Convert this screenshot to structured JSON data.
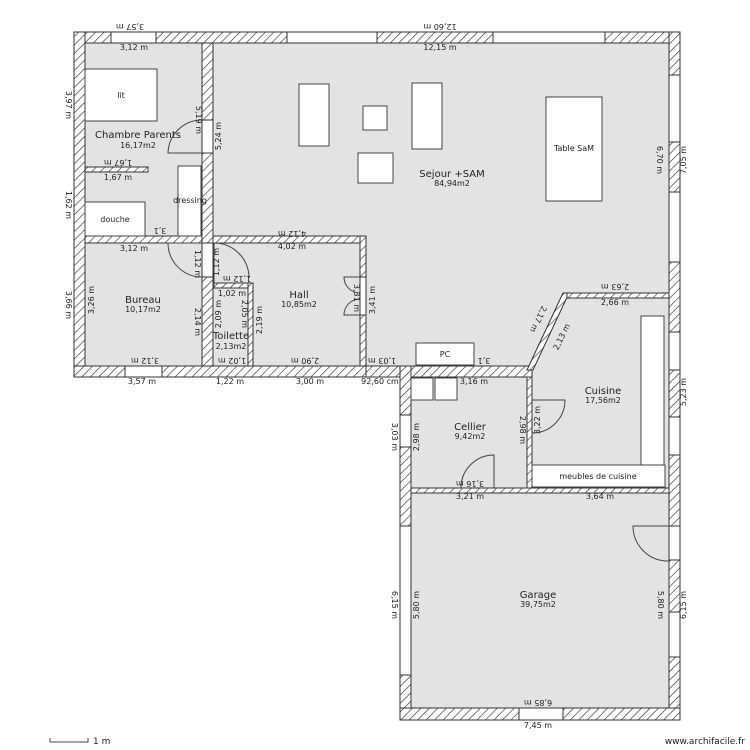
{
  "rooms": {
    "chambre": {
      "name": "Chambre Parents",
      "area": "16,17m2"
    },
    "sejour": {
      "name": "Sejour +SAM",
      "area": "84,94m2"
    },
    "bureau": {
      "name": "Bureau",
      "area": "10,17m2"
    },
    "hall": {
      "name": "Hall",
      "area": "10,85m2"
    },
    "toilette": {
      "name": "Toilette",
      "area": "2,13m2"
    },
    "cuisine": {
      "name": "Cuisine",
      "area": "17,56m2"
    },
    "cellier": {
      "name": "Cellier",
      "area": "9,42m2"
    },
    "garage": {
      "name": "Garage",
      "area": "39,75m2"
    }
  },
  "furniture": {
    "lit": "lit",
    "douche": "douche",
    "dressing": "dressing",
    "table": "Table SaM",
    "pc": "PC",
    "meubles": "meubles de cuisine"
  },
  "dimensions": [
    "3,57 m",
    "12,60 m",
    "3,12 m",
    "12,15 m",
    "3,97 m",
    "1,62 m",
    "3,66 m",
    "5,19 m",
    "5,24 m",
    "1,67 m",
    "1,67 m",
    "3,1",
    "3,12 m",
    "4,12 m",
    "4,02 m",
    "1,12 m",
    "1,12 m",
    "1,12 m",
    "1,02 m",
    "3,26 m",
    "2,14 m",
    "2,09 m",
    "2,05 m",
    "2,19 m",
    "3,31 m",
    "3,41 m",
    "3,12 m",
    "1,02 m",
    "2,90 m",
    "1,03 m",
    "3,1",
    "3,57 m",
    "1,22 m",
    "3,00 m",
    "92,60 cm",
    "3,16 m",
    "3,03 m",
    "2,98 m",
    "2,98 m",
    "3,22 m",
    "3,16 m",
    "3,21 m",
    "3,64 m",
    "2,17 m",
    "2,13 m",
    "2,63 m",
    "2,66 m",
    "6,70 m",
    "7,05 m",
    "5,23 m",
    "6,15 m",
    "5,80 m",
    "5,80 m",
    "6,15 m",
    "6,85 m",
    "7,45 m"
  ],
  "footer": {
    "scale": "1 m",
    "watermark": "www.archifacile.fr"
  }
}
